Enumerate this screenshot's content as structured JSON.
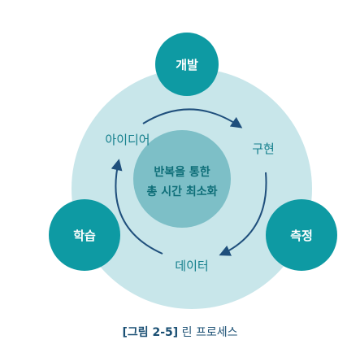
{
  "diagram": {
    "center": {
      "line1": "반복을 통한",
      "line2": "총 시간 최소화"
    },
    "nodes": {
      "top": "개발",
      "right": "측정",
      "left": "학습"
    },
    "stages": {
      "idea": "아이디어",
      "code": "구현",
      "data": "데이터"
    },
    "colors": {
      "node_fill": "#0e9aa3",
      "outer_ring": "#c8e6ea",
      "inner_circle": "#7dbfc7",
      "arrow": "#1f4f7c"
    }
  },
  "caption": {
    "figure_number": "[그림 2-5]",
    "title": "린 프로세스"
  }
}
